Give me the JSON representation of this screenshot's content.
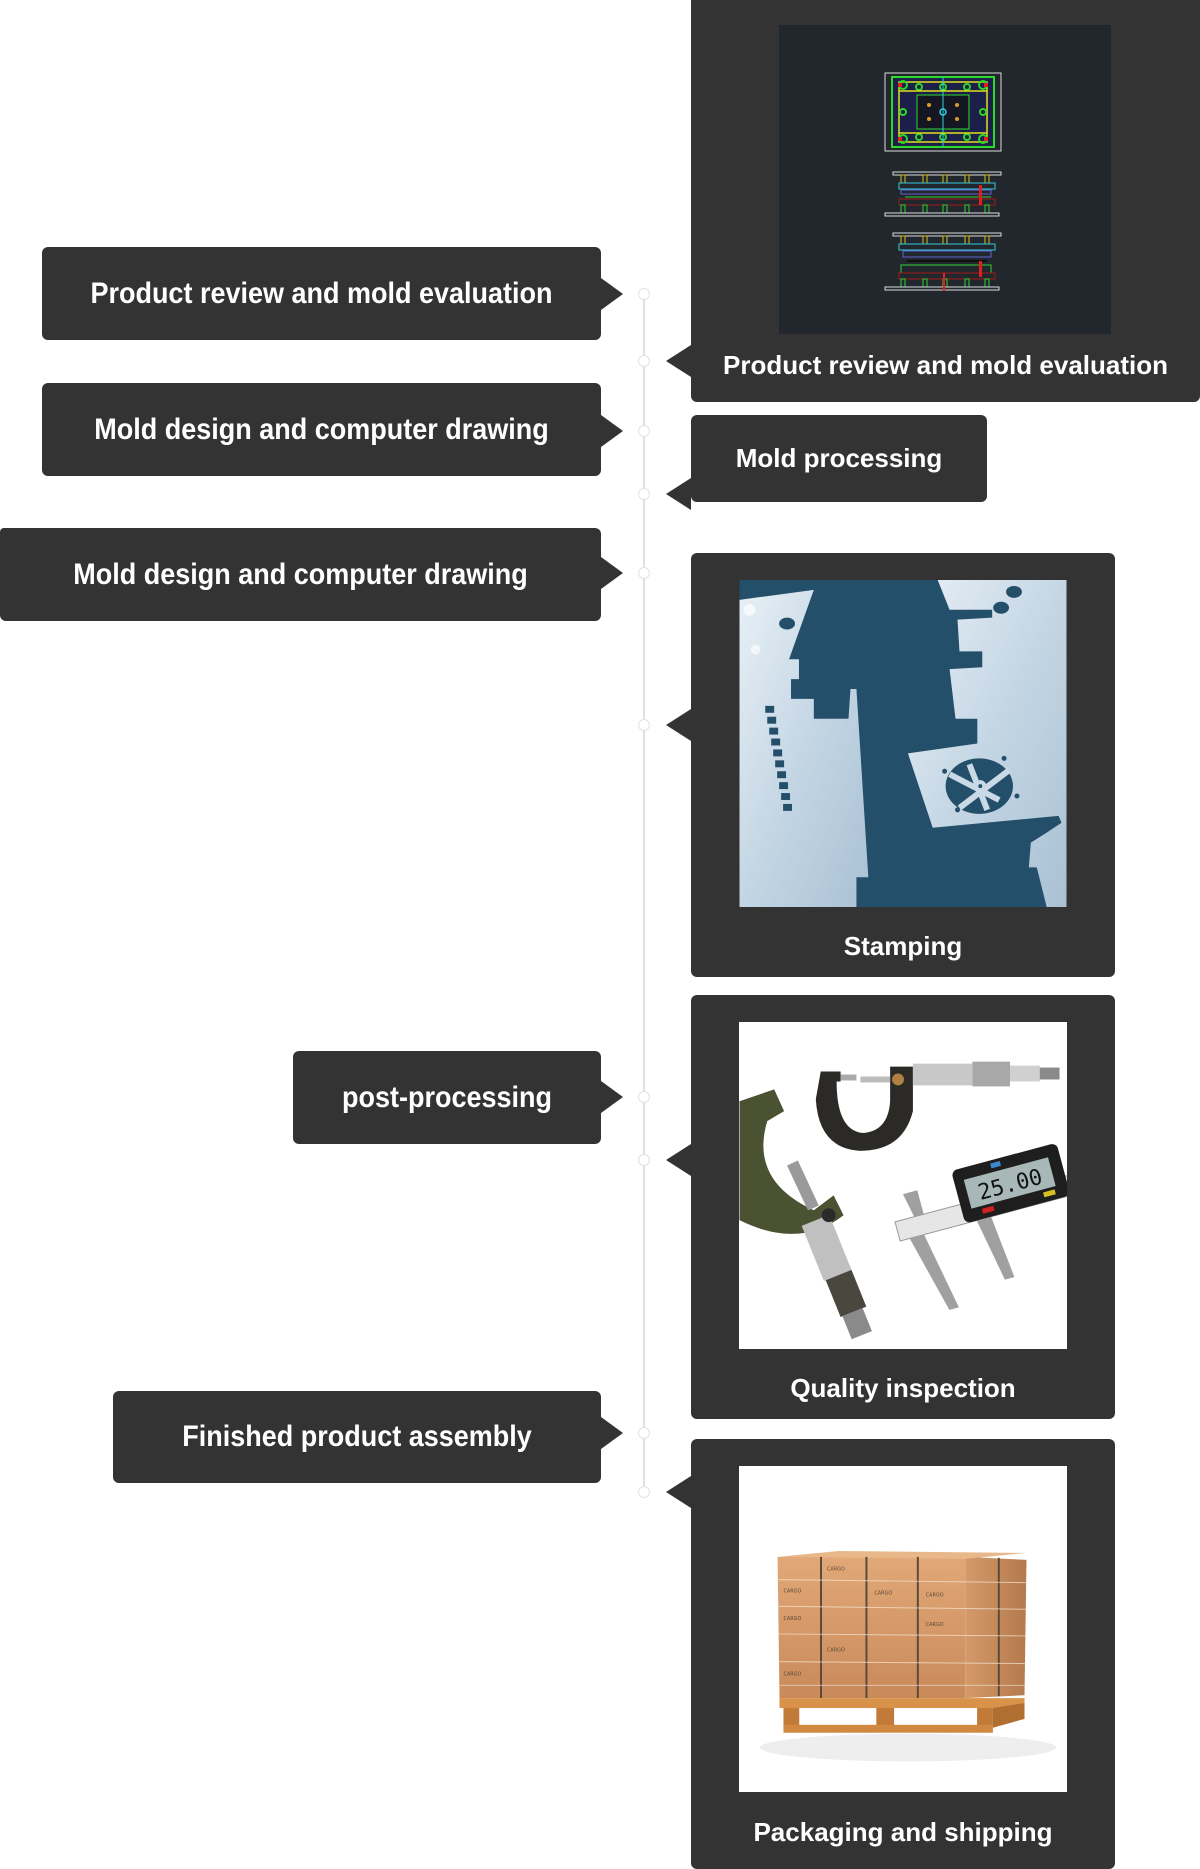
{
  "colors": {
    "box_bg": "#323332",
    "text": "#ffffff",
    "connector": "#e0e0e0",
    "cad_bg": "#22272e"
  },
  "left_steps": [
    {
      "label": "Product review and mold evaluation"
    },
    {
      "label": "Mold design and computer drawing"
    },
    {
      "label": "Mold design and computer drawing"
    },
    {
      "label": "post-processing"
    },
    {
      "label": "Finished product assembly"
    }
  ],
  "right_steps": [
    {
      "label": "Product review and mold evaluation",
      "image": "cad-mold-drawing"
    },
    {
      "label": "Mold processing"
    },
    {
      "label": "Stamping",
      "image": "stamped-sheet-metal"
    },
    {
      "label": "Quality inspection",
      "image": "micrometers-and-caliper",
      "caliper_reading": "25.00"
    },
    {
      "label": "Packaging and shipping",
      "image": "wrapped-cargo-pallet",
      "box_print": "CARGO"
    }
  ]
}
